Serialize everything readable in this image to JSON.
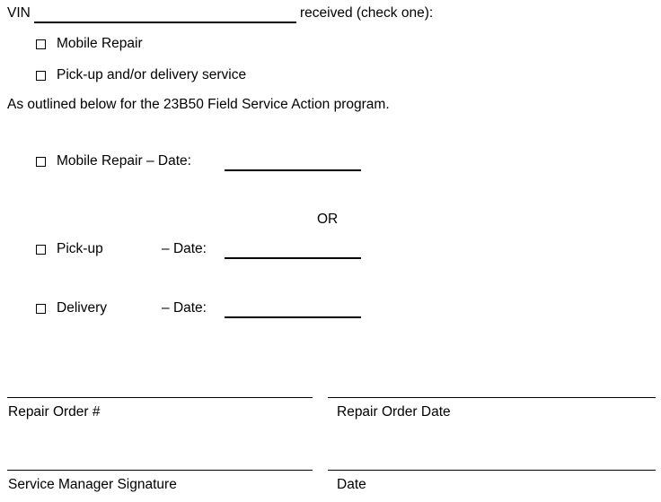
{
  "document": {
    "vin_line": {
      "label": "VIN",
      "trailing_text": "received (check one):"
    },
    "service_type_options": [
      {
        "checkbox": "unchecked",
        "label": "Mobile Repair"
      },
      {
        "checkbox": "unchecked",
        "label": "Pick-up and/or delivery service"
      }
    ],
    "program_statement": "As outlined below for the 23B50 Field Service Action program.",
    "program_code": "23B50",
    "scheduling": {
      "primary_option": {
        "checkbox": "unchecked",
        "label": "Mobile Repair",
        "separator": "–",
        "date_label": "Date:"
      },
      "separator_text": "OR",
      "alternate_options": [
        {
          "checkbox": "unchecked",
          "label": "Pick-up",
          "separator": "–",
          "date_label": "Date:"
        },
        {
          "checkbox": "unchecked",
          "label": "Delivery",
          "separator": "–",
          "date_label": "Date:"
        }
      ]
    },
    "signature_block": {
      "fields": [
        {
          "caption": "Repair Order #"
        },
        {
          "caption": "Repair Order Date"
        },
        {
          "caption": "Service Manager Signature"
        },
        {
          "caption": "Date"
        }
      ]
    },
    "colors": {
      "ink": "#000000",
      "paper": "#ffffff"
    }
  }
}
